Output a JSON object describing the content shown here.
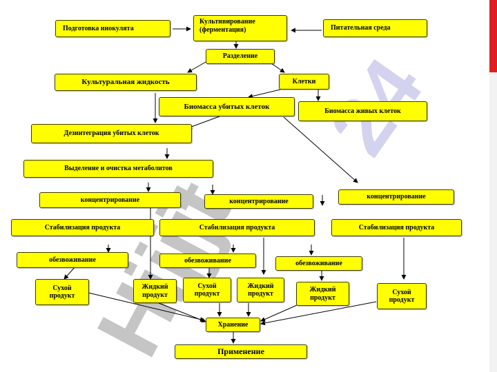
{
  "watermark": {
    "grey": "Hijjjt",
    "violet": "24"
  },
  "nodes": {
    "inoculum": "Подготовка инокулята",
    "cultivation": "Культивирование\n(ферментация)",
    "medium": "Питательная среда",
    "separation": "Разделение",
    "culture_liquid": "Культуральная  жидкость",
    "cells": "Клетки",
    "dead_biomass": "Биомасса убитых клеток",
    "live_biomass": "Биомасса живых клеток",
    "disintegration": "Дезинтеграция убитых клеток",
    "isolation": "Выделение и очистка метаболитов",
    "conc_left": "концентрирование",
    "conc_mid": "концентрирование",
    "conc_right": "концентрирование",
    "stab_left": "Стабилизация продукта",
    "stab_mid": "Стабилизация продукта",
    "stab_right": "Стабилизация продукта",
    "dehyd_left": "обезвоживание",
    "dehyd_mid": "обезвоживание",
    "dehyd_right": "обезвоживание",
    "dry1": "Сухой\nпродукт",
    "liquid1": "Жидкий\nпродукт",
    "dry2": "Сухой\nпродукт",
    "liquid2": "Жидкий\nпродукт",
    "liquid3": "Жидкий\nпродукт",
    "dry3": "Сухой\nпродукт",
    "storage": "Хранение",
    "application": "Применение"
  },
  "colors": {
    "box_fill": "#ffff00",
    "box_border": "#3a3a00",
    "accent": "#e11d21",
    "watermark_grey": "#b4b4b4",
    "watermark_violet": "#c8c8ec"
  }
}
